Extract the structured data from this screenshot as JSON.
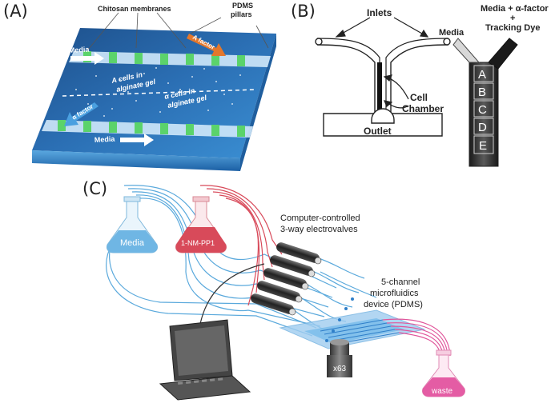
{
  "panels": {
    "a_label": "(A)",
    "b_label": "(B)",
    "c_label": "(C)"
  },
  "panel_a": {
    "chitosan": "Chitosan membranes",
    "pdms": "PDMS",
    "pillars": "pillars",
    "media_top": "Media",
    "media_bottom": "Media",
    "a_factor": "A factor",
    "alpha_factor": "α factor",
    "a_cells_1": "A cells in",
    "a_cells_2": "alginate gel",
    "alpha_cells_1": "α cells in",
    "alpha_cells_2": "alginate gel"
  },
  "panel_b": {
    "inlets": "Inlets",
    "cell": "Cell",
    "chamber": "Chamber",
    "outlet": "Outlet",
    "media": "Media",
    "media_alpha": "Media + α-factor",
    "plus": "+",
    "tracking_dye": "Tracking Dye",
    "chambers": [
      "A",
      "B",
      "C",
      "D",
      "E"
    ]
  },
  "panel_c": {
    "media_flask": "Media",
    "drug_flask": "1-NM-PP1",
    "valves_1": "Computer-controlled",
    "valves_2": "3-way electrovalves",
    "device_1": "5-channel",
    "device_2": "microfluidics",
    "device_3": "device (PDMS)",
    "objective": "x63",
    "waste": "waste"
  },
  "colors": {
    "blue_line": "#5aa9dc",
    "red_line": "#d84a5a",
    "pink_line": "#e0559a",
    "device_blue": "#2f7fc9"
  }
}
